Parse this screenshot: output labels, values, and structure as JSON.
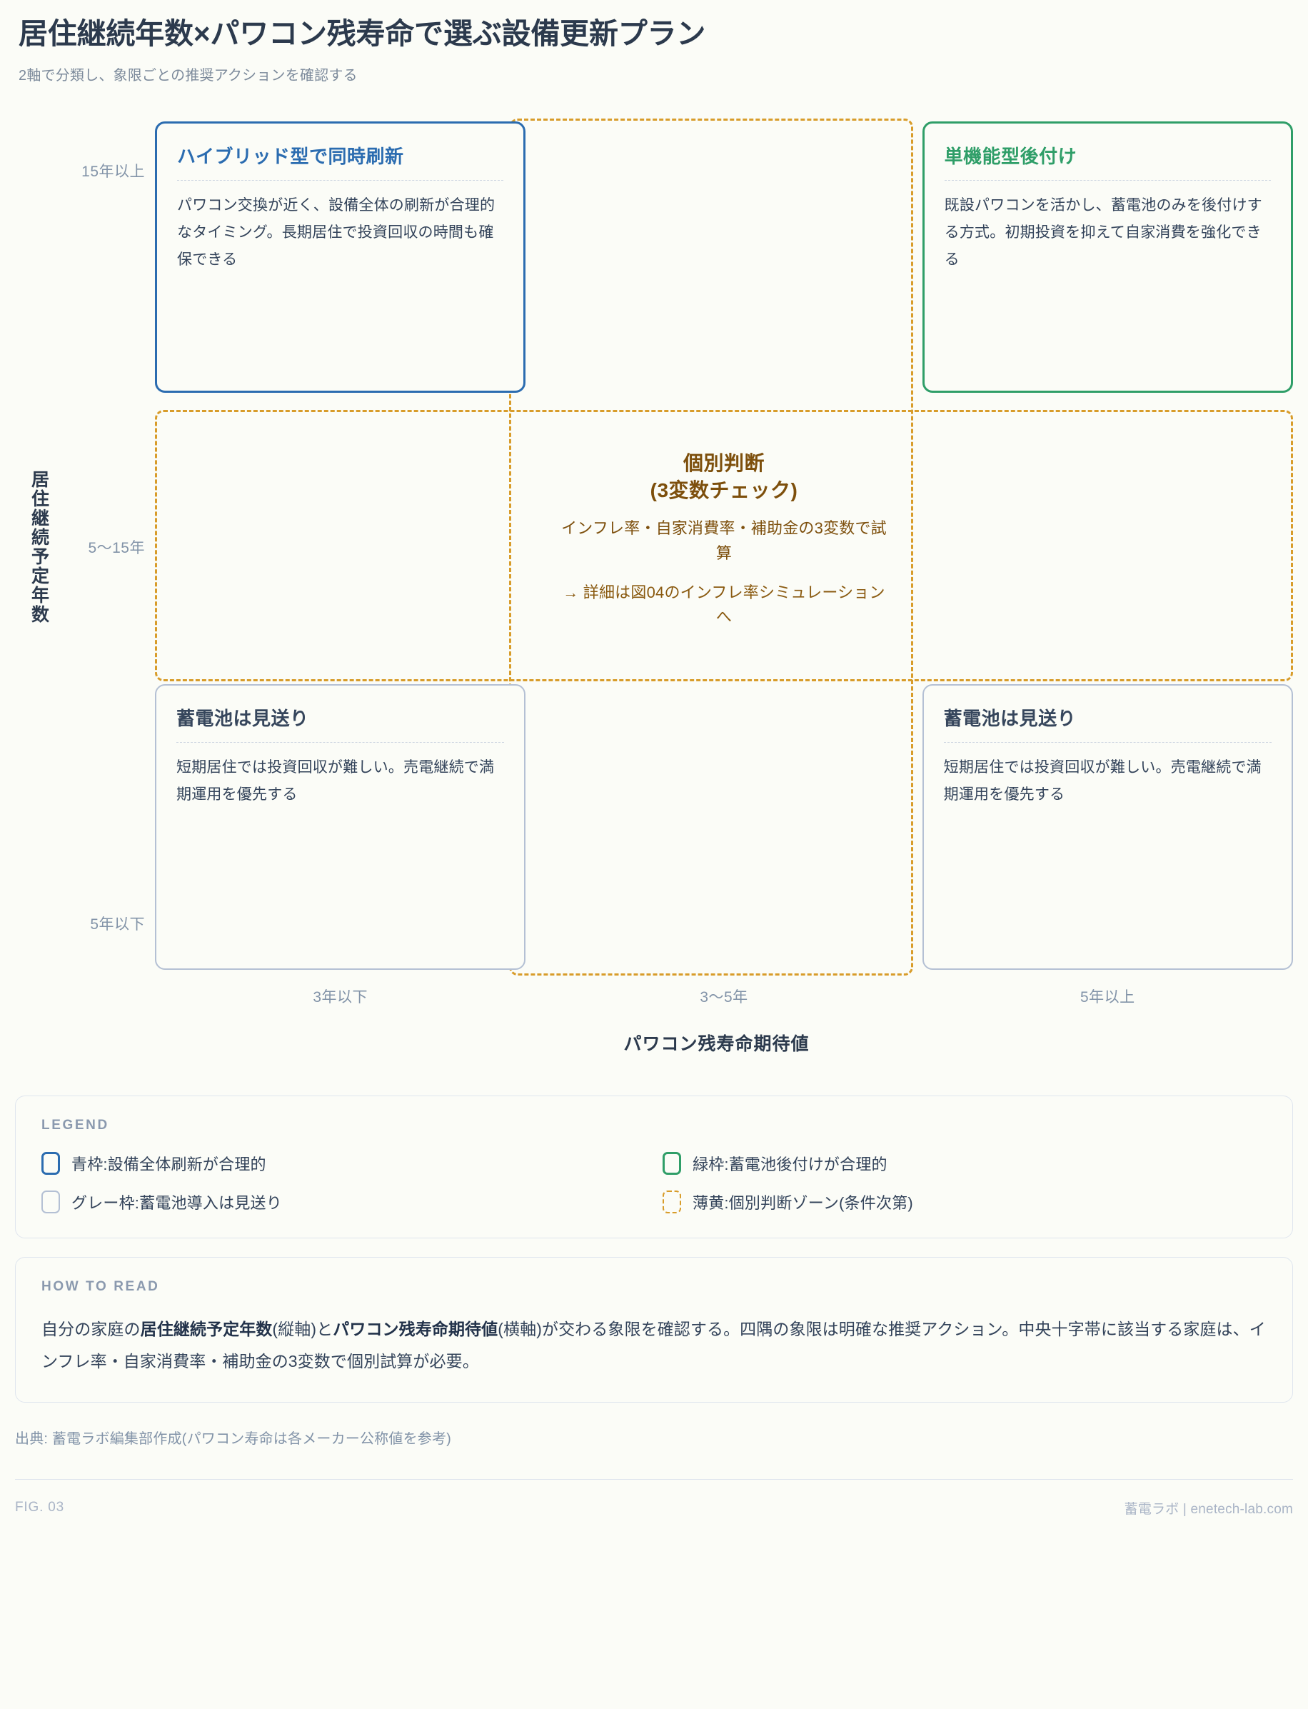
{
  "header": {
    "title": "居住継続年数×パワコン残寿命で選ぶ設備更新プラン",
    "subtitle": "2軸で分類し、象限ごとの推奨アクションを確認する"
  },
  "matrix": {
    "y_axis_title": "居住継続予定年数",
    "x_axis_title": "パワコン残寿命期待値",
    "y_ticks": [
      "15年以上",
      "5〜15年",
      "5年以下"
    ],
    "x_ticks": [
      "3年以下",
      "3〜5年",
      "5年以上"
    ],
    "cards": {
      "top_left": {
        "title": "ハイブリッド型で同時刷新",
        "body": "パワコン交換が近く、設備全体の刷新が合理的なタイミング。長期居住で投資回収の時間も確保できる"
      },
      "top_right": {
        "title": "単機能型後付け",
        "body": "既設パワコンを活かし、蓄電池のみを後付けする方式。初期投資を抑えて自家消費を強化できる"
      },
      "bottom_left": {
        "title": "蓄電池は見送り",
        "body": "短期居住では投資回収が難しい。売電継続で満期運用を優先する"
      },
      "bottom_right": {
        "title": "蓄電池は見送り",
        "body": "短期居住では投資回収が難しい。売電継続で満期運用を優先する"
      }
    },
    "center": {
      "title_line1": "個別判断",
      "title_line2": "(3変数チェック)",
      "subtitle": "インフレ率・自家消費率・補助金の3変数で試算",
      "link": "→ 詳細は図04のインフレ率シミュレーションへ"
    }
  },
  "legend": {
    "kicker": "LEGEND",
    "items": [
      {
        "swatch": "blue",
        "label": "青枠:設備全体刷新が合理的"
      },
      {
        "swatch": "green",
        "label": "緑枠:蓄電池後付けが合理的"
      },
      {
        "swatch": "gray",
        "label": "グレー枠:蓄電池導入は見送り"
      },
      {
        "swatch": "dashed",
        "label": "薄黄:個別判断ゾーン(条件次第)"
      }
    ]
  },
  "howto": {
    "kicker": "HOW TO READ",
    "parts": {
      "p1": "自分の家庭の",
      "b1": "居住継続予定年数",
      "p2": "(縦軸)と",
      "b2": "パワコン残寿命期待値",
      "p3": "(横軸)が交わる象限を確認する。四隅の象限は明確な推奨アクション。中央十字帯に該当する家庭は、インフレ率・自家消費率・補助金の3変数で個別試算が必要。"
    }
  },
  "source": "出典: 蓄電ラボ編集部作成(パワコン寿命は各メーカー公称値を参考)",
  "footer": {
    "figure": "FIG. 03",
    "brand": "蓄電ラボ | enetech-lab.com"
  },
  "colors": {
    "blue": "#2b6cb0",
    "green": "#2f9e68",
    "gray": "#b4c0d4",
    "amber": "#d89c2a",
    "amber_text": "#7d4f0c",
    "ink": "#2c3a4d",
    "muted": "#8293a8",
    "background": "#fbfcf7"
  }
}
